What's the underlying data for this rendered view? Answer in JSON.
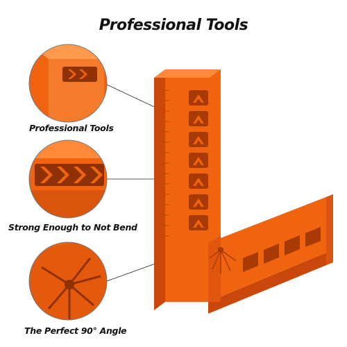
{
  "title": "Professional Tools",
  "callouts": [
    {
      "label": "Professional Tools",
      "detail": "end-face-closeup"
    },
    {
      "label": "Strong Enough to Not Bend",
      "detail": "side-grid-closeup"
    },
    {
      "label": "The Perfect 90° Angle",
      "detail": "corner-closeup"
    }
  ],
  "colors": {
    "product_orange": "#f0630f",
    "product_shadow": "#c9470a",
    "product_highlight": "#ff8a3a",
    "leader_line": "#222222"
  }
}
